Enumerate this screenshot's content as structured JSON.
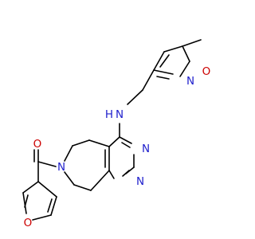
{
  "colors": {
    "bond": "#000000",
    "nitrogen": "#1f1fcc",
    "oxygen": "#cc0000",
    "background": "#ffffff"
  },
  "atoms": {
    "oxygen_carbonyl": "O",
    "n_amine": "N",
    "h_amine": "H",
    "n_azepine": "N",
    "n_pyrimidine_1": "N",
    "n_pyrimidine_2": "N",
    "o_furan": "O",
    "n_isoxazole": "N",
    "o_isoxazole": "O"
  }
}
